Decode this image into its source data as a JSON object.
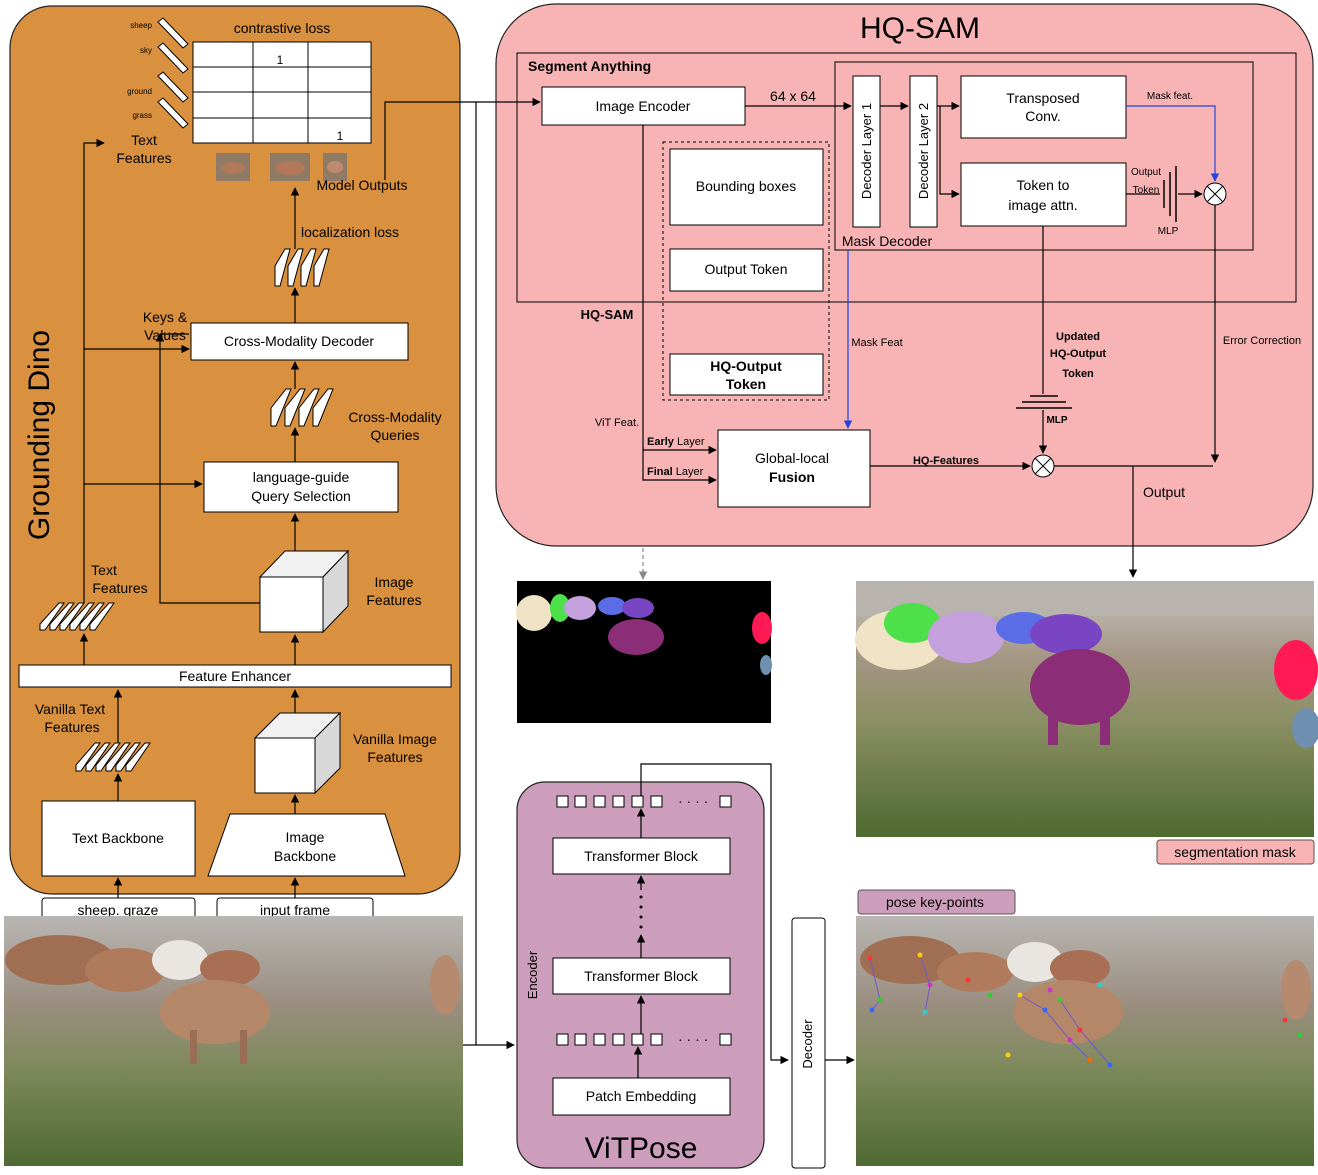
{
  "grounding_dino": {
    "title": "Grounding Dino",
    "contrastive_loss": "contrastive loss",
    "matrix_rows": [
      "sheep",
      "sky",
      "ground",
      "grass"
    ],
    "matrix_one": "1",
    "text_features_top": [
      "Text",
      "Features"
    ],
    "model_outputs": "Model Outputs",
    "localization_loss": "localization loss",
    "keys_values": [
      "Keys &",
      "Values"
    ],
    "cross_modality_decoder": "Cross-Modality Decoder",
    "cross_modality_queries": [
      "Cross-Modality",
      "Queries"
    ],
    "query_selection": [
      "language-guide",
      "Query Selection"
    ],
    "text_features_mid": [
      "Text",
      "Features"
    ],
    "image_features": [
      "Image",
      "Features"
    ],
    "feature_enhancer": "Feature Enhancer",
    "vanilla_text_features": [
      "Vanilla Text",
      "Features"
    ],
    "vanilla_image_features": [
      "Vanilla Image",
      "Features"
    ],
    "text_backbone": "Text Backbone",
    "image_backbone": [
      "Image",
      "Backbone"
    ],
    "prompt_input": "sheep. graze",
    "frame_input": "input frame"
  },
  "hq_sam": {
    "title": "HQ-SAM",
    "segment_anything": "Segment Anything",
    "image_encoder": "Image Encoder",
    "size_label": "64 x 64",
    "decoder_layer_1": "Decoder Layer 1",
    "decoder_layer_2": "Decoder Layer 2",
    "transposed_conv": [
      "Transposed",
      "Conv."
    ],
    "mask_feat_top": "Mask feat.",
    "token_to_image": [
      "Token to",
      "image attn."
    ],
    "output_token_label": [
      "Output",
      "Token"
    ],
    "mlp": "MLP",
    "mask_decoder": "Mask Decoder",
    "bounding_boxes": "Bounding boxes",
    "output_token": "Output Token",
    "hq_output_token": [
      "HQ-Output",
      "Token"
    ],
    "hq_sam_inner": "HQ-SAM",
    "mask_feat": "Mask Feat",
    "vit_feat": "ViT Feat.",
    "early_layer": [
      "Early",
      " Layer"
    ],
    "final_layer": [
      "Final",
      " Layer"
    ],
    "global_local": "Global-local",
    "fusion": "Fusion",
    "hq_features": "HQ-Features",
    "updated_token": [
      "Updated",
      "HQ-Output",
      "Token"
    ],
    "error_correction": "Error Correction",
    "output": "Output"
  },
  "vitpose": {
    "title": "ViTPose",
    "encoder": "Encoder",
    "transformer_block": "Transformer Block",
    "patch_embedding": "Patch Embedding",
    "decoder": "Decoder"
  },
  "labels": {
    "segmentation_mask": "segmentation mask",
    "pose_keypoints": "pose key-points"
  },
  "colors": {
    "dino_panel": "#d9913f",
    "sam_panel": "#f8b4b4",
    "vit_panel": "#cd9ebb",
    "mask_feat_arrow": "#2244dd"
  }
}
